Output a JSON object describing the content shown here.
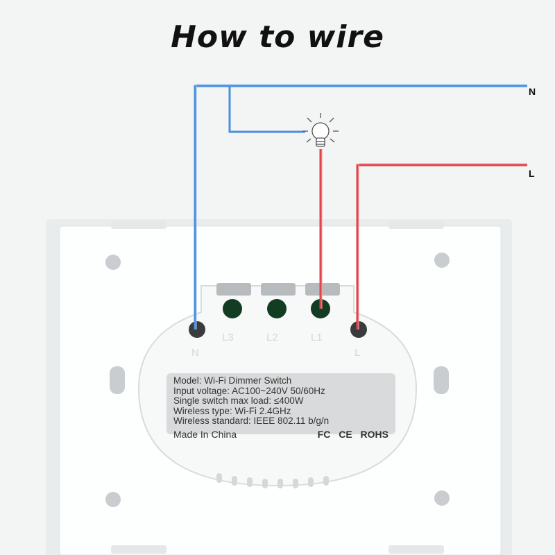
{
  "title": "How to wire",
  "terminals": {
    "neutral_line": "N",
    "live_line": "L"
  },
  "pins": [
    "N",
    "L3",
    "L2",
    "L1",
    "L"
  ],
  "product_label": {
    "model": "Model:  Wi-Fi Dimmer Switch",
    "input_voltage": "Input voltage:  AC100~240V  50/60Hz",
    "max_load": "Single switch max load:  ≤400W",
    "wireless_type": "Wireless type:  Wi-Fi 2.4GHz",
    "wireless_standard": "Wireless standard:  IEEE 802.11 b/g/n",
    "origin": "Made In China",
    "certifications": [
      "FC",
      "CE",
      "ROHS"
    ]
  },
  "colors": {
    "neutral_wire": "#4a8fe0",
    "live_wire": "#e0454a",
    "background": "#f2f5f4",
    "plate": "#ffffff"
  },
  "icons": [
    "light-bulb-icon"
  ]
}
